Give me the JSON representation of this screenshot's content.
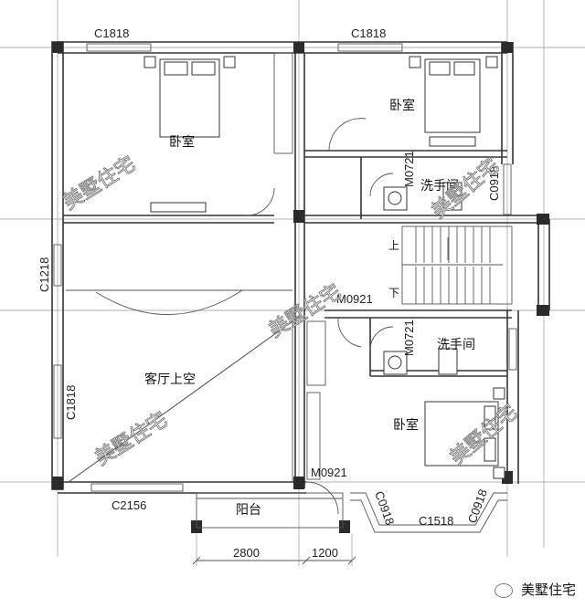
{
  "rooms": {
    "bedroom_nw": "卧室",
    "bedroom_ne": "卧室",
    "bath_upper": "洗手间",
    "bath_lower": "洗手间",
    "living_void": "客厅上空",
    "bedroom_se": "卧室",
    "balcony": "阳台"
  },
  "stairs": {
    "up": "上",
    "down": "下"
  },
  "codes": {
    "window_nw": "C1818",
    "window_ne": "C1818",
    "window_w_upper": "C1218",
    "window_w_lower": "C1818",
    "window_bottom_left": "C2156",
    "window_bottom_right": "C1518",
    "window_bay_left": "C0918",
    "window_bay_right": "C0918",
    "window_bath": "C0918",
    "door_bath_upper": "M0721",
    "door_bath_lower": "M0721",
    "door_upper": "M0921",
    "door_lower": "M0921"
  },
  "dimensions": {
    "span_left": "2800",
    "span_right": "1200"
  },
  "watermark": "美墅住宅",
  "footer": {
    "brand": "美墅住宅",
    "icon": "wechat-icon"
  }
}
